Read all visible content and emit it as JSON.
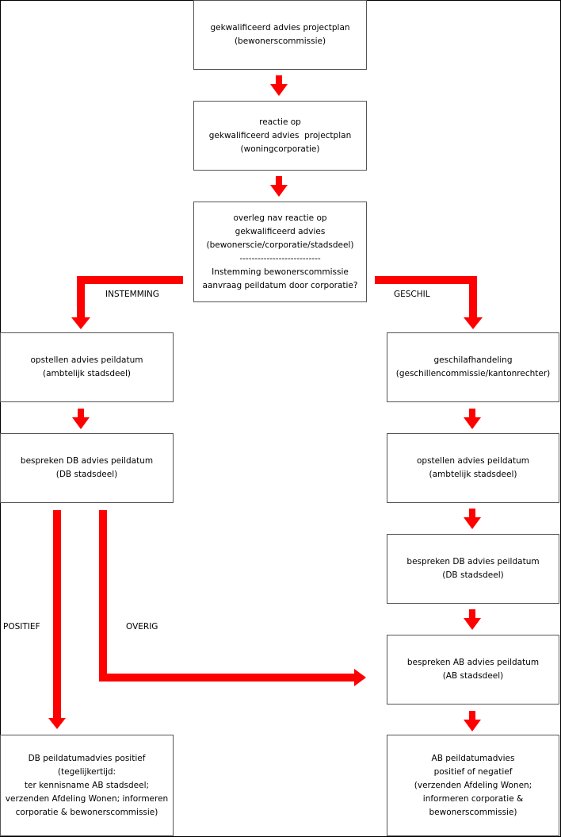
{
  "colors": {
    "arrow": "#ff0000",
    "box_border": "#555555",
    "text": "#000000"
  },
  "boxes": {
    "b1": [
      "gekwalificeerd advies projectplan",
      "(bewonerscommissie)"
    ],
    "b2": [
      "reactie op",
      "gekwalificeerd advies  projectplan",
      "(woningcorporatie)"
    ],
    "b3": [
      "overleg nav reactie op",
      "gekwalificeerd advies",
      "(bewonerscie/corporatie/stadsdeel)",
      "---------------------------",
      "Instemming bewonerscommissie",
      "aanvraag peildatum door corporatie?"
    ],
    "b4": [
      "opstellen advies peildatum",
      "(ambtelijk stadsdeel)"
    ],
    "b5": [
      "bespreken DB advies peildatum",
      "(DB stadsdeel)"
    ],
    "b6": [
      "DB peildatumadvies positief",
      "(tegelijkertijd:",
      "ter kennisname AB stadsdeel;",
      "verzenden Afdeling Wonen; informeren",
      "corporatie & bewonerscommissie)"
    ],
    "b7": [
      "geschilafhandeling",
      "(geschillencommissie/kantonrechter)"
    ],
    "b8": [
      "opstellen advies peildatum",
      "(ambtelijk stadsdeel)"
    ],
    "b9": [
      "bespreken DB advies peildatum",
      "(DB stadsdeel)"
    ],
    "b10": [
      "bespreken AB advies peildatum",
      "(AB stadsdeel)"
    ],
    "b11": [
      "AB peildatumadvies",
      "positief of negatief",
      "(verzenden Afdeling Wonen;",
      "informeren corporatie &",
      "bewonerscommissie)"
    ]
  },
  "labels": {
    "instemming": "INSTEMMING",
    "geschil": "GESCHIL",
    "positief": "POSITIEF",
    "overig": "OVERIG"
  }
}
